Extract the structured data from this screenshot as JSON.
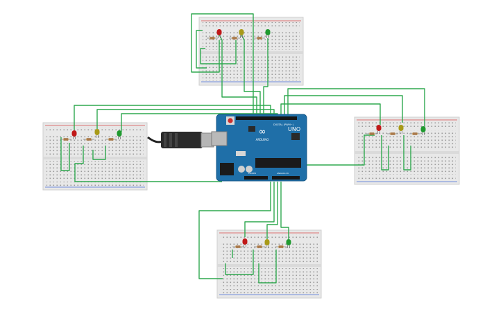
{
  "board": {
    "brand": "ARDUINO",
    "model": "UNO",
    "logo": "∞",
    "pin_header_digital": "DIGITAL (PWM~)",
    "pin_header_power": "POWER",
    "pin_header_analog": "ANALOG IN"
  },
  "colors": {
    "wire": "#2fa84f",
    "board": "#1f6fa8",
    "breadboard": "#e9e9e9",
    "rail_red": "#d94a4a",
    "rail_blue": "#4a6fd9",
    "led_red": "#c01818",
    "led_yellow": "#a89a18",
    "led_green": "#1f9a2f"
  },
  "icons": [
    "usb-cable-icon",
    "arduino-logo-icon",
    "reset-button-icon",
    "power-jack-icon",
    "led-icon",
    "resistor-icon"
  ],
  "breadboards": [
    {
      "name": "breadboard-top",
      "leds": [
        "red",
        "yellow",
        "green"
      ]
    },
    {
      "name": "breadboard-left",
      "leds": [
        "red",
        "yellow",
        "green"
      ]
    },
    {
      "name": "breadboard-right",
      "leds": [
        "red",
        "yellow",
        "green"
      ]
    },
    {
      "name": "breadboard-bottom",
      "leds": [
        "red",
        "yellow",
        "green"
      ]
    }
  ]
}
